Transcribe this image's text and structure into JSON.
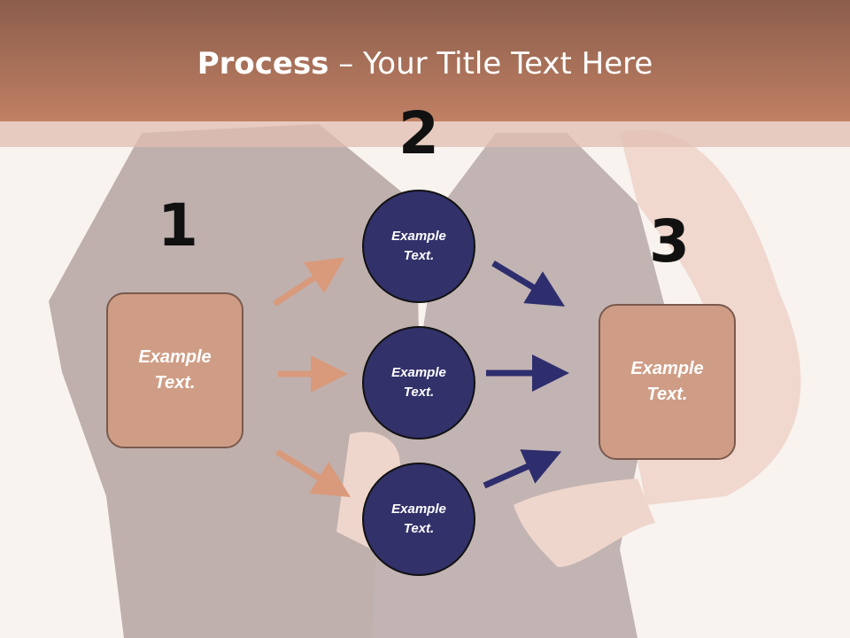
{
  "title": {
    "bold": "Process",
    "rest": " – Your Title Text Here"
  },
  "steps": {
    "one": "1",
    "two": "2",
    "three": "3"
  },
  "boxes": {
    "left": {
      "line1": "Example",
      "line2": "Text."
    },
    "right": {
      "line1": "Example",
      "line2": "Text."
    }
  },
  "circles": [
    {
      "line1": "Example",
      "line2": "Text."
    },
    {
      "line1": "Example",
      "line2": "Text."
    },
    {
      "line1": "Example",
      "line2": "Text."
    }
  ],
  "colors": {
    "header": "#b97a60",
    "box_fill": "#cf9d85",
    "circle_fill": "#32316a",
    "arrow_left": "#d99a7c",
    "arrow_right": "#2e2e6e"
  },
  "background": {
    "icon": "two-people-photo"
  }
}
